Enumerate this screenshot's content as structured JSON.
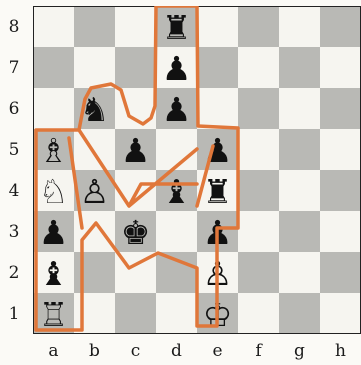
{
  "board": {
    "ranks": [
      "8",
      "7",
      "6",
      "5",
      "4",
      "3",
      "2",
      "1"
    ],
    "files": [
      "a",
      "b",
      "c",
      "d",
      "e",
      "f",
      "g",
      "h"
    ],
    "colors": {
      "light": "#f6f5f0",
      "dark": "#b9b9b5",
      "border": "#222222",
      "highlight": "#e0773a"
    }
  },
  "pieces": [
    {
      "square": "d8",
      "type": "rook",
      "color": "black",
      "glyph": "♜"
    },
    {
      "square": "d7",
      "type": "pawn",
      "color": "black",
      "glyph": "♟"
    },
    {
      "square": "b6",
      "type": "knight",
      "color": "black",
      "glyph": "♞"
    },
    {
      "square": "d6",
      "type": "pawn",
      "color": "black",
      "glyph": "♟"
    },
    {
      "square": "a5",
      "type": "bishop",
      "color": "white",
      "glyph": "♗"
    },
    {
      "square": "c5",
      "type": "pawn",
      "color": "black",
      "glyph": "♟"
    },
    {
      "square": "e5",
      "type": "pawn",
      "color": "black",
      "glyph": "♟"
    },
    {
      "square": "a4",
      "type": "knight",
      "color": "white",
      "glyph": "♘"
    },
    {
      "square": "b4",
      "type": "pawn",
      "color": "white",
      "glyph": "♙"
    },
    {
      "square": "d4",
      "type": "bishop",
      "color": "black",
      "glyph": "♝"
    },
    {
      "square": "e4",
      "type": "rook",
      "color": "black",
      "glyph": "♜"
    },
    {
      "square": "a3",
      "type": "pawn",
      "color": "black",
      "glyph": "♟"
    },
    {
      "square": "c3",
      "type": "king",
      "color": "black",
      "glyph": "♚"
    },
    {
      "square": "e3",
      "type": "pawn",
      "color": "black",
      "glyph": "♟"
    },
    {
      "square": "a2",
      "type": "bishop",
      "color": "black",
      "glyph": "♝"
    },
    {
      "square": "e2",
      "type": "pawn",
      "color": "white",
      "glyph": "♙"
    },
    {
      "square": "a1",
      "type": "rook",
      "color": "white",
      "glyph": "♖"
    },
    {
      "square": "e1",
      "type": "king",
      "color": "white",
      "glyph": "♔"
    }
  ],
  "overlay": {
    "shape": "MM outline drawn around pieces",
    "color": "#e0773a"
  }
}
